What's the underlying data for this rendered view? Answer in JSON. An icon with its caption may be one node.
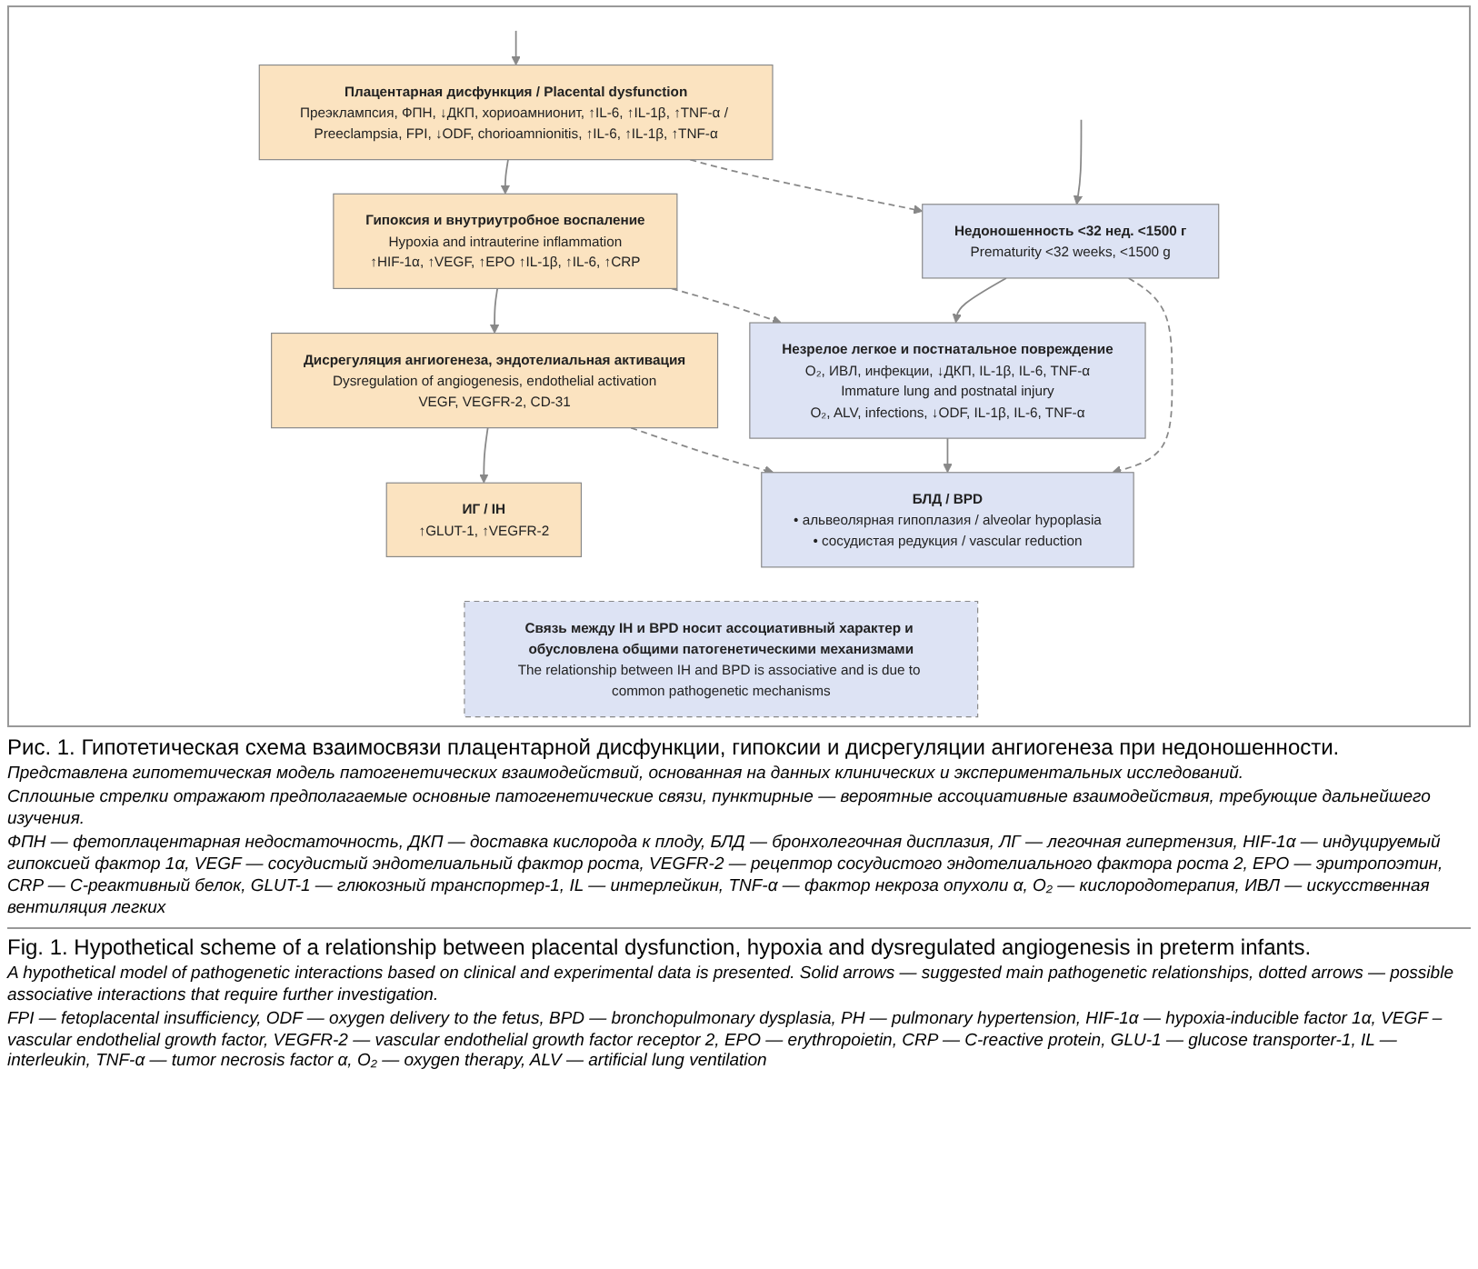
{
  "diagram": {
    "caption": "Рис. 1. Гипотетическая схема взаимосвязи плацентарной дисфункции, гипоксии и дисрегуляции ангиогенеза при недоношенности.",
    "nodes": [
      {
        "text": [
          "Плацентарная дисфункция / Placental dysfunction",
          "Преэклампсия, ФПН, ↓ДКП, хориоамнионит, ↑IL-6, ↑IL-1β, ↑TNF-α / Preeclampsia, FPI, ↓ODF, chorioamnionitis, ↑IL-6, ↑IL-1β, ↑TNF-α"
        ]
      },
      {
        "text": [
          "Гипоксия и внутриутробное воспаление",
          "Hypoxia and intrauterine inflammation",
          "↑HIF-1α, ↑VEGF, ↑EPO ↑IL-1β, ↑IL-6, ↑CRP"
        ]
      },
      {
        "text": [
          "Дисрегуляция ангиогенеза, эндотелиальная активация",
          "Dysregulation of angiogenesis, endothelial activation",
          "VEGF, VEGFR-2, CD-31"
        ]
      },
      {
        "text": [
          "ИГ / IH",
          "↑GLUT-1, ↑VEGFR-2"
        ]
      },
      {
        "text": [
          "Недоношенность <32 нед. <1500 г",
          "Prematurity <32 weeks, <1500 g"
        ]
      },
      {
        "text": [
          "Незрелое легкое и постнатальное повреждение",
          "O₂, ИВЛ, инфекции, ↓ДКП, IL-1β, IL-6, TNF-α",
          "Immature lung and postnatal injury",
          "O₂, ALV, infections, ↓ODF, IL-1β, IL-6, TNF-α"
        ]
      },
      {
        "text": [
          "БЛД / BPD",
          "• альвеолярная гипоплазия / alveolar hypoplasia",
          "• сосудистая редукция / vascular reduction"
        ]
      },
      {
        "text": [
          "Связь между IH и BPD носит ассоциативный характер и обусловлена общими патогенетическими механизмами",
          "The relationship between IH and BPD is associative and is due to common pathogenetic mechanisms"
        ]
      }
    ],
    "edges": [
      {
        "from": null,
        "to": 0,
        "arrow": "to"
      },
      {
        "from": 0,
        "to": 1,
        "arrow": "to"
      },
      {
        "from": 1,
        "to": 2,
        "arrow": "to"
      },
      {
        "from": 2,
        "to": 3,
        "arrow": "to"
      },
      {
        "from": null,
        "to": 4,
        "arrow": "to"
      },
      {
        "from": 4,
        "to": 5,
        "arrow": "to"
      },
      {
        "from": 5,
        "to": 6,
        "arrow": "to"
      },
      {
        "from": 0,
        "to": 4,
        "arrow": "to",
        "style": "dashed"
      },
      {
        "from": 1,
        "to": 5,
        "arrow": "to",
        "style": "dashed"
      },
      {
        "from": 2,
        "to": 6,
        "arrow": "to",
        "style": "dashed"
      },
      {
        "from": 4,
        "to": 6,
        "arrow": "to",
        "style": "dashed"
      }
    ],
    "labels": [
      "Представлена гипотетическая модель патогенетических взаимодействий, основанная на данных клинических и экспериментальных исследований.",
      "Сплошные стрелки отражают предполагаемые основные патогенетические связи, пунктирные — вероятные ассоциативные взаимодействия, требующие дальнейшего изучения.",
      "ФПН — фетоплацентарная недостаточность, ДКП — доставка кислорода к плоду, БЛД — бронхолегочная дисплазия, ЛГ — легочная гипертензия, HIF-1α — индуцируемый гипоксией фактор 1α, VEGF — сосудистый эндотелиальный фактор роста, VEGFR-2 — рецептор сосудистого эндотелиального фактора роста 2, EPO — эритропоэтин, CRP — С-реактивный белок, GLUT-1 — глюкозный транспортер-1, IL — интерлейкин, TNF-α — фактор некроза опухоли α, O₂ — кислородотерапия, ИВЛ — искусственная вентиляция легких",
      "Fig. 1. Hypothetical scheme of a relationship between placental dysfunction, hypoxia and dysregulated angiogenesis in preterm infants.",
      "A hypothetical model of pathogenetic interactions based on clinical and experimental data is presented. Solid arrows — suggested main pathogenetic relationships, dotted arrows — possible associative interactions that require further investigation.",
      "FPI — fetoplacental insufficiency, ODF — oxygen delivery to the fetus, BPD — bronchopulmonary dysplasia, PH — pulmonary hypertension, HIF-1α — hypoxia-inducible factor 1α, VEGF –vascular endothelial growth factor, VEGFR-2 — vascular endothelial growth factor receptor 2, EPO — erythropoietin, CRP — C-reactive protein, GLU-1 — glucose transporter-1, IL — interleukin, TNF-α — tumor necrosis factor α, O₂ — oxygen therapy, ALV — artificial lung ventilation"
    ]
  }
}
